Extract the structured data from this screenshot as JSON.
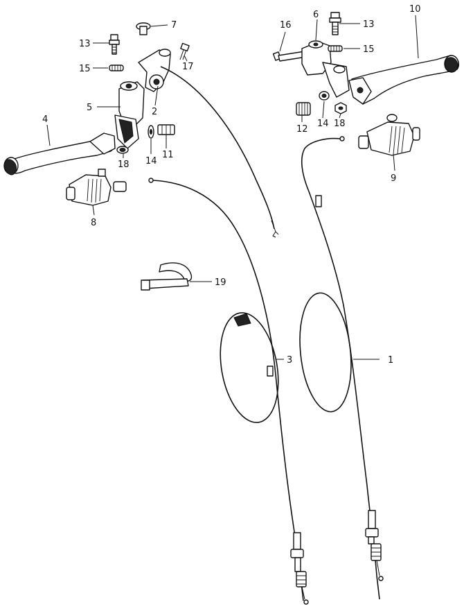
{
  "callouts": [
    {
      "id": "callout-1",
      "label": "1"
    },
    {
      "id": "callout-2",
      "label": "2"
    },
    {
      "id": "callout-3",
      "label": "3"
    },
    {
      "id": "callout-4",
      "label": "4"
    },
    {
      "id": "callout-5",
      "label": "5"
    },
    {
      "id": "callout-6",
      "label": "6"
    },
    {
      "id": "callout-7",
      "label": "7"
    },
    {
      "id": "callout-8",
      "label": "8"
    },
    {
      "id": "callout-9",
      "label": "9"
    },
    {
      "id": "callout-10",
      "label": "10"
    },
    {
      "id": "callout-11",
      "label": "11"
    },
    {
      "id": "callout-12",
      "label": "12"
    },
    {
      "id": "callout-13-left",
      "label": "13"
    },
    {
      "id": "callout-13-right",
      "label": "13"
    },
    {
      "id": "callout-14-left",
      "label": "14"
    },
    {
      "id": "callout-14-right",
      "label": "14"
    },
    {
      "id": "callout-15-left",
      "label": "15"
    },
    {
      "id": "callout-15-right",
      "label": "15"
    },
    {
      "id": "callout-16",
      "label": "16"
    },
    {
      "id": "callout-17",
      "label": "17"
    },
    {
      "id": "callout-18-left",
      "label": "18"
    },
    {
      "id": "callout-18-right",
      "label": "18"
    },
    {
      "id": "callout-19",
      "label": "19"
    }
  ]
}
